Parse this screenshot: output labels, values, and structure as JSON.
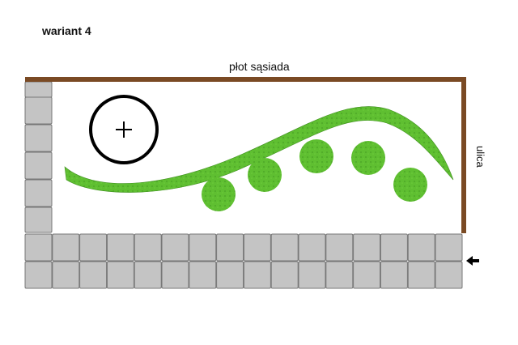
{
  "title": "wariant 4",
  "fence_label": "płot sąsiada",
  "street_label": "ulica",
  "colors": {
    "fence": "#7a4a24",
    "paving_fill": "#c4c4c4",
    "paving_stroke": "#777777",
    "hedge": "#59b52f",
    "shrub": "#64c233",
    "tree_outline": "#000000"
  },
  "icons": [
    "tree-circle-icon",
    "entrance-arrow-icon"
  ]
}
